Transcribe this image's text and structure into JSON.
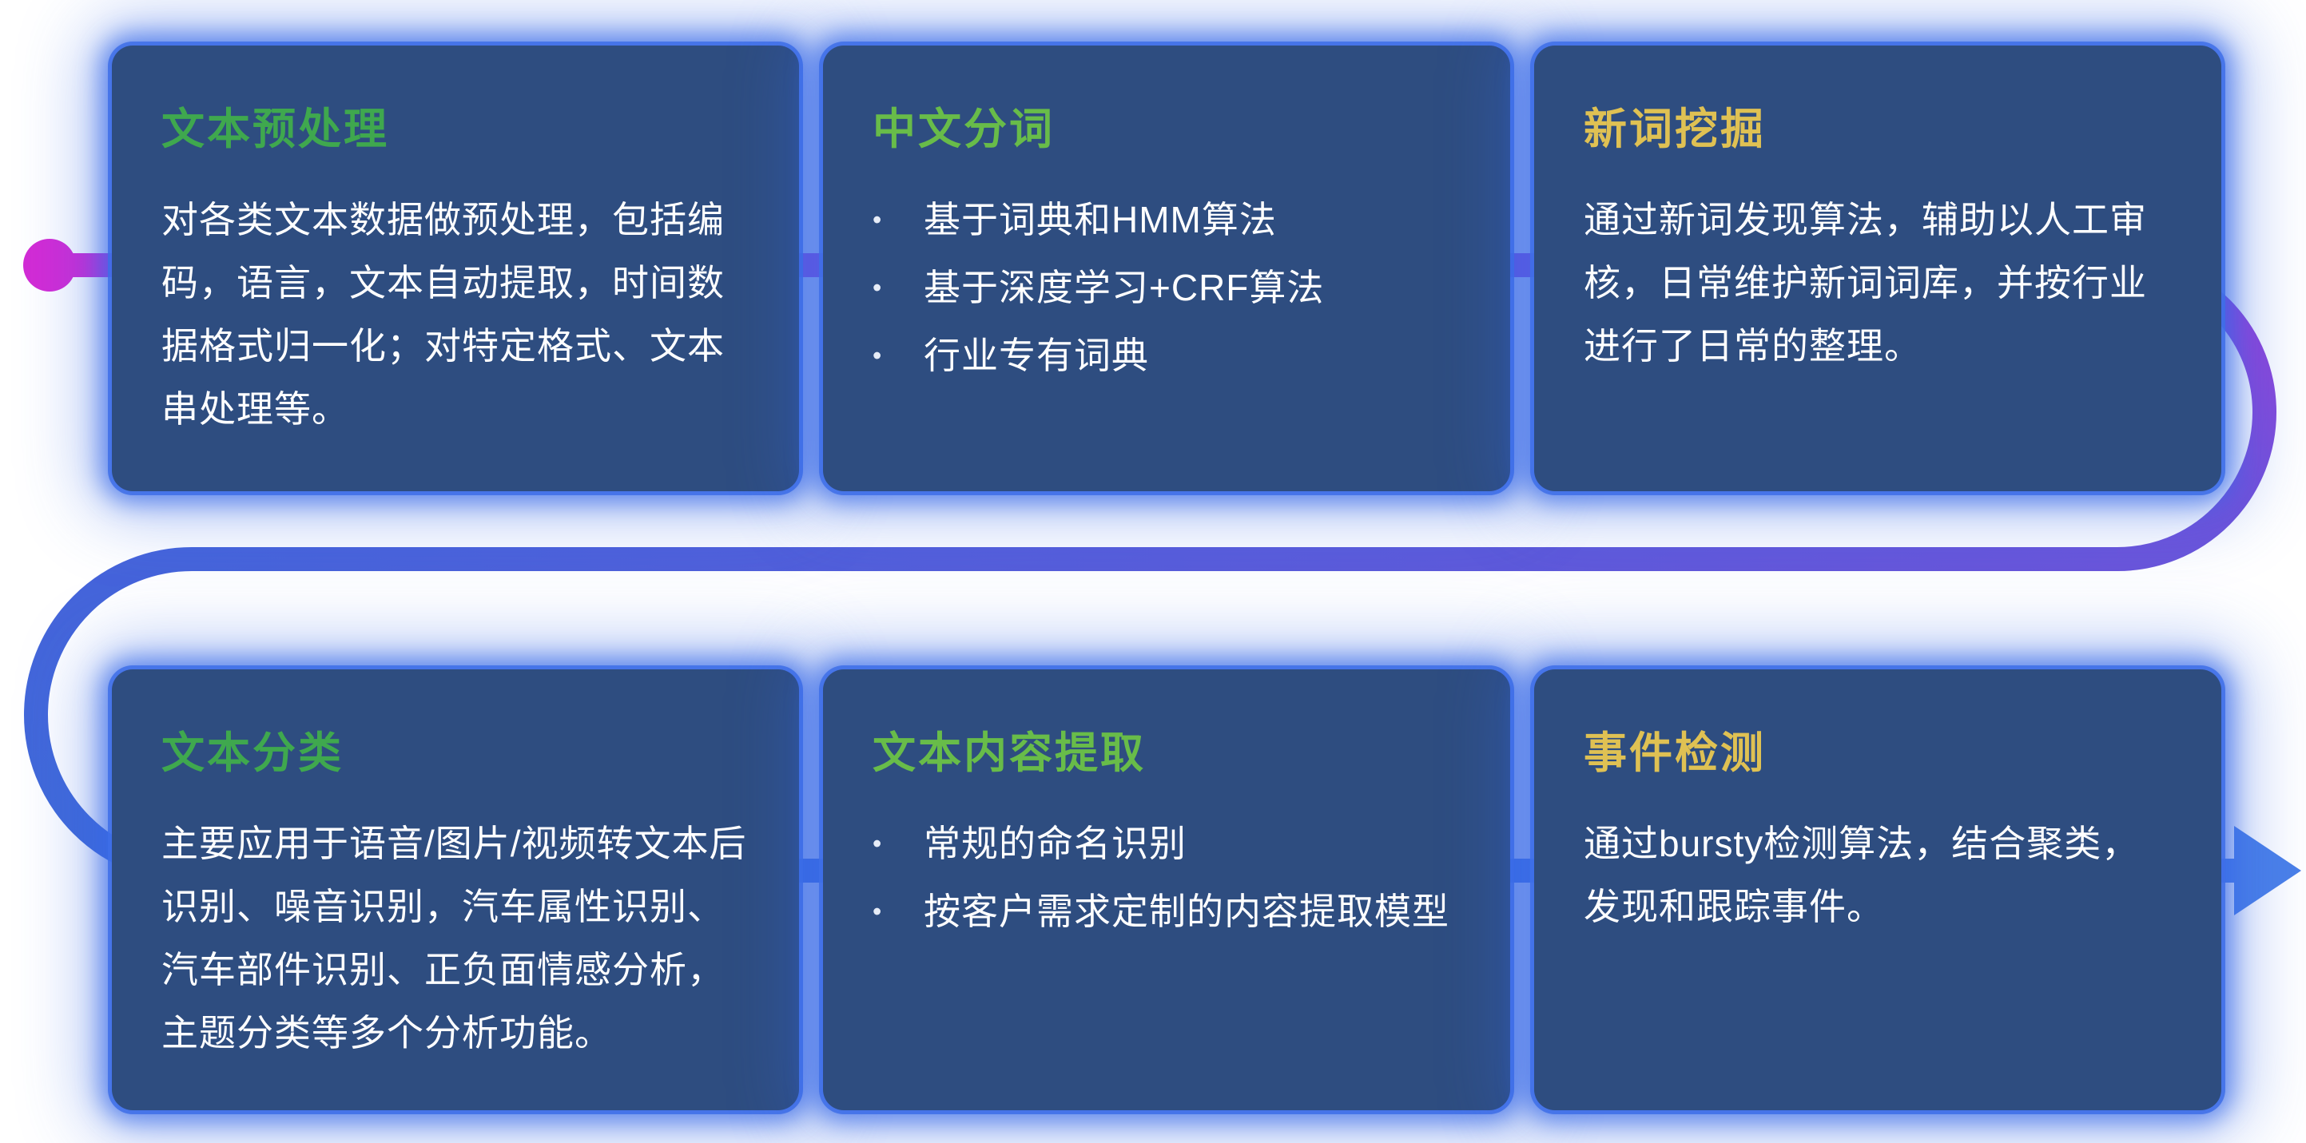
{
  "colors": {
    "background": "#ffffff",
    "card_background": "#2e4d80",
    "card_glow_blue": "#386ae8",
    "body_text": "#ffffff",
    "line_start_magenta": "#d32bd5",
    "line_purple": "#9b3fd8",
    "line_violet": "#6a55da",
    "line_indigo": "#4664da",
    "line_blue": "#3f6ad9",
    "line_arrow_blue": "#4b80e8"
  },
  "flow": {
    "start_marker": "magenta-dot",
    "end_marker": "right-arrow"
  },
  "cards": [
    {
      "title": "文本预处理",
      "title_color": "#3fa84e",
      "body": "对各类文本数据做预处理，包括编码，语言，文本自动提取，时间数据格式归一化；对特定格式、文本串处理等。"
    },
    {
      "title": "中文分词",
      "title_color": "#68bc49",
      "bullets": [
        "基于词典和HMM算法",
        "基于深度学习+CRF算法",
        "行业专有词典"
      ]
    },
    {
      "title": "新词挖掘",
      "title_color": "#dfc153",
      "body": "通过新词发现算法，辅助以人工审核，日常维护新词词库，并按行业进行了日常的整理。"
    },
    {
      "title": "文本分类",
      "title_color": "#3fa84e",
      "body": "主要应用于语音/图片/视频转文本后识别、噪音识别，汽车属性识别、汽车部件识别、正负面情感分析，主题分类等多个分析功能。"
    },
    {
      "title": "文本内容提取",
      "title_color": "#68bc49",
      "bullets": [
        "常规的命名识别",
        "按客户需求定制的内容提取模型"
      ]
    },
    {
      "title": "事件检测",
      "title_color": "#dfc153",
      "body": "通过bursty检测算法，结合聚类，发现和跟踪事件。"
    }
  ]
}
